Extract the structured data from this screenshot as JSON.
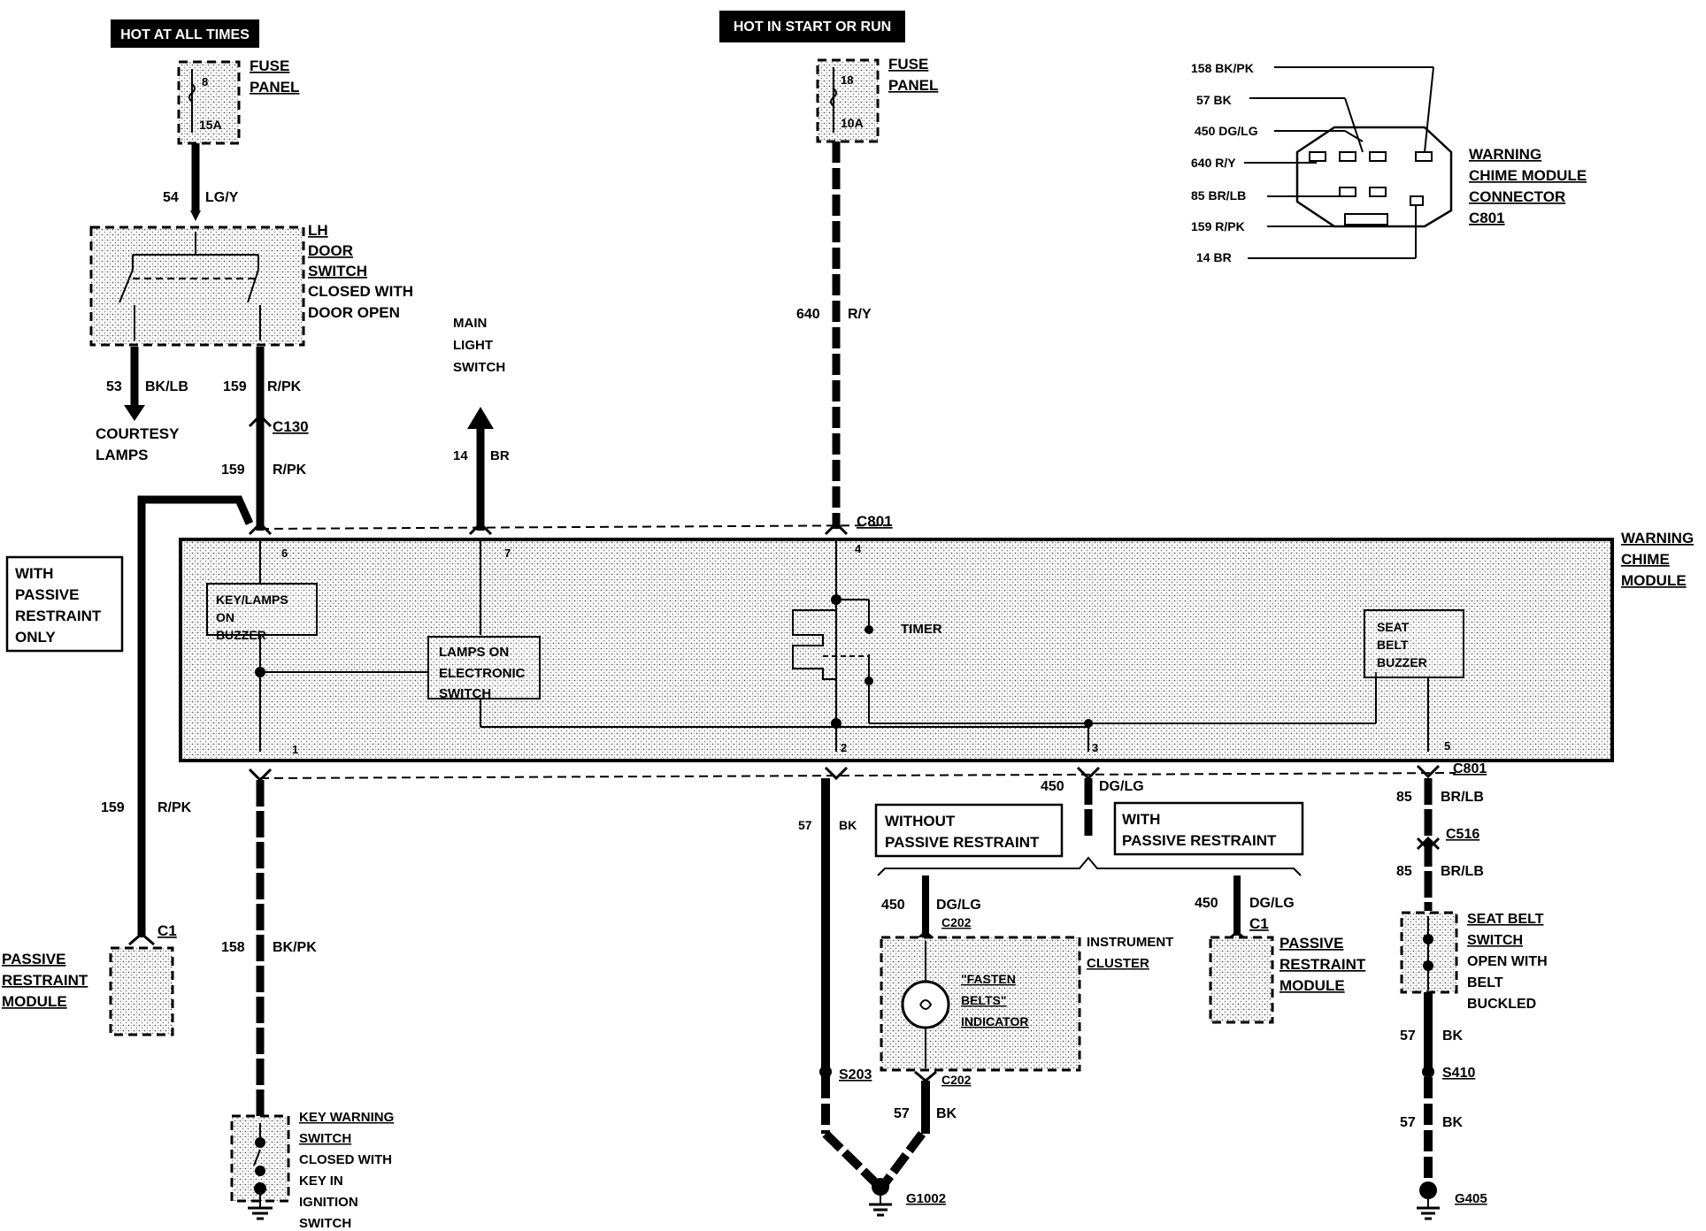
{
  "banners": {
    "hot_all_times": "HOT AT ALL TIMES",
    "hot_start_run": "HOT IN START OR RUN"
  },
  "fuse1": {
    "label1": "FUSE",
    "label2": "PANEL",
    "num": "8",
    "amp": "15A"
  },
  "fuse2": {
    "label1": "FUSE",
    "label2": "PANEL",
    "num": "18",
    "amp": "10A"
  },
  "door_switch": {
    "l1": "LH",
    "l2": "DOOR",
    "l3": "SWITCH",
    "l4": "CLOSED WITH",
    "l5": "DOOR OPEN"
  },
  "wires": {
    "w54": {
      "num": "54",
      "color": "LG/Y"
    },
    "w53": {
      "num": "53",
      "color": "BK/LB"
    },
    "w159a": {
      "num": "159",
      "color": "R/PK"
    },
    "w159b": {
      "num": "159",
      "color": "R/PK"
    },
    "w159c": {
      "num": "159",
      "color": "R/PK"
    },
    "w14": {
      "num": "14",
      "color": "BR"
    },
    "w640": {
      "num": "640",
      "color": "R/Y"
    },
    "w158": {
      "num": "158",
      "color": "BK/PK"
    },
    "w57a": {
      "num": "57",
      "color": "BK"
    },
    "w57b": {
      "num": "57",
      "color": "BK"
    },
    "w57c": {
      "num": "57",
      "color": "BK"
    },
    "w57d": {
      "num": "57",
      "color": "BK"
    },
    "w450a": {
      "num": "450",
      "color": "DG/LG"
    },
    "w450b": {
      "num": "450",
      "color": "DG/LG"
    },
    "w450c": {
      "num": "450",
      "color": "DG/LG"
    },
    "w85a": {
      "num": "85",
      "color": "BR/LB"
    },
    "w85b": {
      "num": "85",
      "color": "BR/LB"
    }
  },
  "courtesy": {
    "l1": "COURTESY",
    "l2": "LAMPS"
  },
  "main_light": {
    "l1": "MAIN",
    "l2": "LIGHT",
    "l3": "SWITCH"
  },
  "connectors": {
    "c130": "C130",
    "c801_top": "C801",
    "c801_bot": "C801",
    "c516": "C516",
    "c1_left": "C1",
    "c1_right": "C1",
    "c202_top": "C202",
    "c202_bot": "C202",
    "s203": "S203",
    "s410": "S410",
    "g1002": "G1002",
    "g405": "G405"
  },
  "pins": {
    "p1": "1",
    "p2": "2",
    "p3": "3",
    "p4": "4",
    "p5": "5",
    "p6": "6",
    "p7": "7"
  },
  "module": {
    "title1": "WARNING",
    "title2": "CHIME",
    "title3": "MODULE",
    "key_lamps1": "KEY/LAMPS",
    "key_lamps2": "ON",
    "key_lamps3": "BUZZER",
    "lamps_on1": "LAMPS ON",
    "lamps_on2": "ELECTRONIC",
    "lamps_on3": "SWITCH",
    "timer": "TIMER",
    "seat_belt1": "SEAT",
    "seat_belt2": "BELT",
    "seat_belt3": "BUZZER"
  },
  "passive_note": {
    "l1": "WITH",
    "l2": "PASSIVE",
    "l3": "RESTRAINT",
    "l4": "ONLY"
  },
  "passive_left": {
    "l1": "PASSIVE",
    "l2": "RESTRAINT",
    "l3": "MODULE"
  },
  "passive_right": {
    "l1": "PASSIVE",
    "l2": "RESTRAINT",
    "l3": "MODULE"
  },
  "variant": {
    "without1": "WITHOUT",
    "without2": "PASSIVE RESTRAINT",
    "with1": "WITH",
    "with2": "PASSIVE RESTRAINT"
  },
  "cluster": {
    "l1": "INSTRUMENT",
    "l2": "CLUSTER",
    "ind1": "\"FASTEN",
    "ind2": "BELTS\"",
    "ind3": "INDICATOR"
  },
  "key_warning": {
    "l1": "KEY WARNING",
    "l2": "SWITCH",
    "l3": "CLOSED WITH",
    "l4": "KEY IN",
    "l5": "IGNITION",
    "l6": "SWITCH"
  },
  "seatbelt_switch": {
    "l1": "SEAT BELT",
    "l2": "SWITCH",
    "l3": "OPEN WITH",
    "l4": "BELT",
    "l5": "BUCKLED"
  },
  "connector_view": {
    "title1": "WARNING",
    "title2": "CHIME MODULE",
    "title3": "CONNECTOR",
    "title4": "C801",
    "pins": [
      "158 BK/PK",
      "57  BK",
      "450 DG/LG",
      "640 R/Y",
      "85  BR/LB",
      "159 R/PK",
      "14  BR"
    ]
  }
}
